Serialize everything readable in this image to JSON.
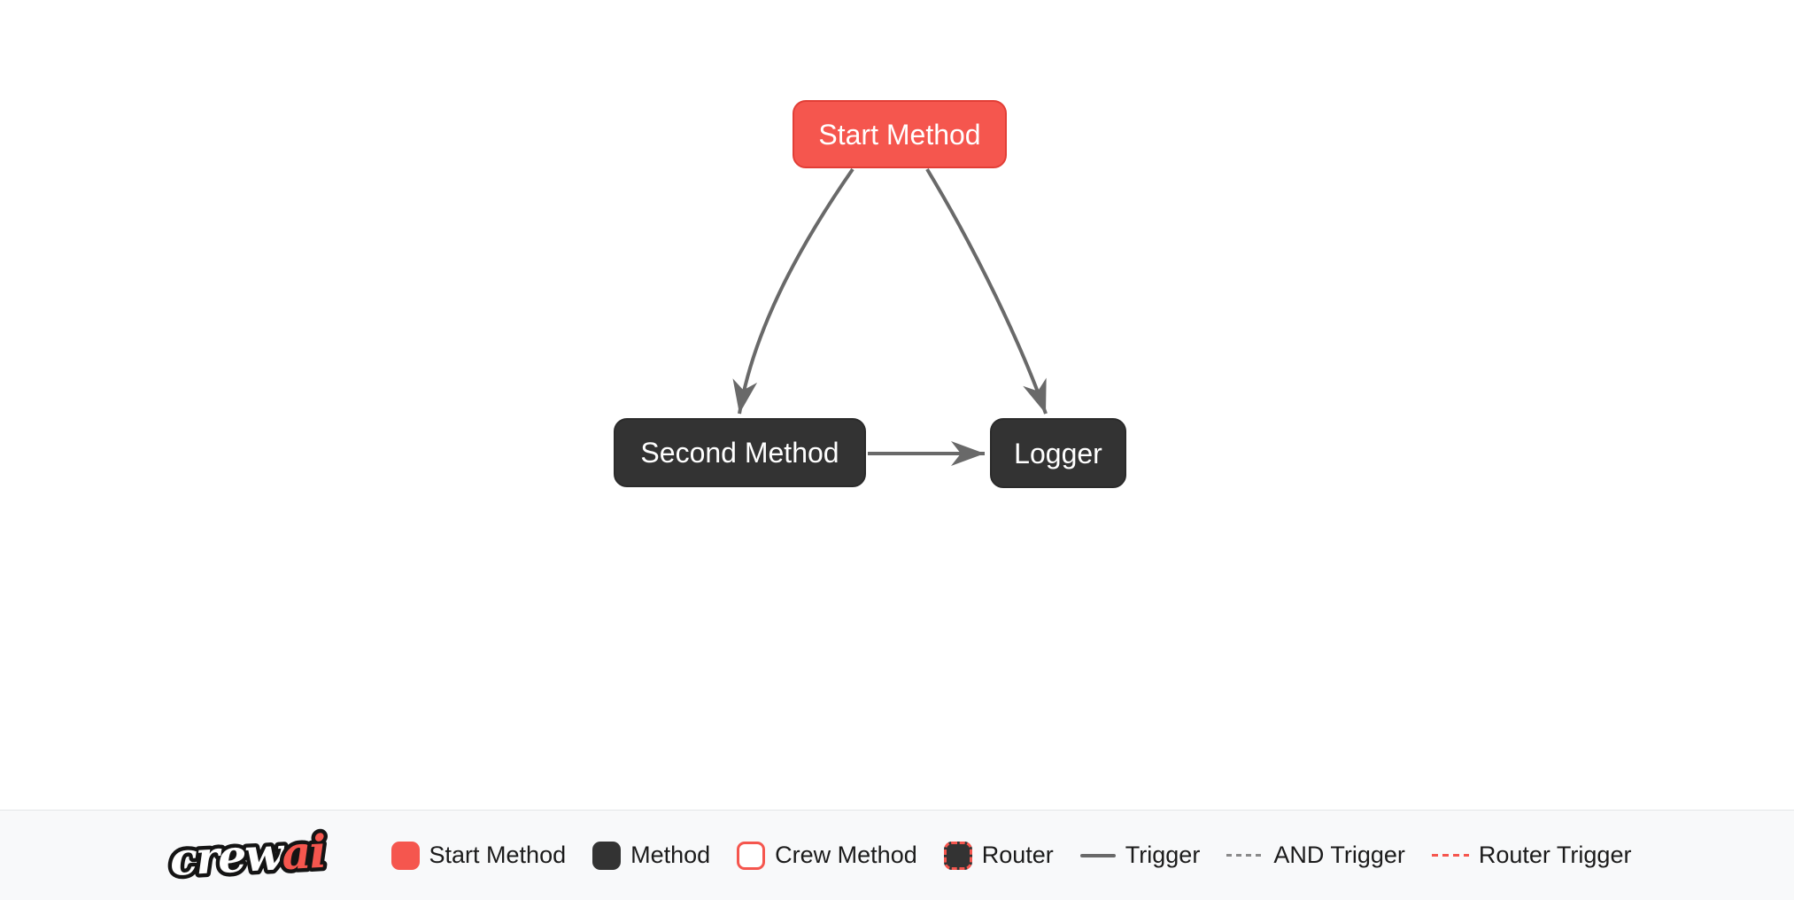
{
  "diagram": {
    "nodes": [
      {
        "label": "Start Method",
        "type": "start-method"
      },
      {
        "label": "Second Method",
        "type": "method"
      },
      {
        "label": "Logger",
        "type": "method"
      }
    ],
    "edges": [
      {
        "from": "Start Method",
        "to": "Second Method",
        "type": "trigger"
      },
      {
        "from": "Start Method",
        "to": "Logger",
        "type": "trigger"
      },
      {
        "from": "Second Method",
        "to": "Logger",
        "type": "trigger"
      }
    ]
  },
  "legend": {
    "logo": {
      "crew": "crew",
      "ai": "ai"
    },
    "items": [
      {
        "label": "Start Method",
        "swatch": "start-method-swatch"
      },
      {
        "label": "Method",
        "swatch": "method-swatch"
      },
      {
        "label": "Crew Method",
        "swatch": "crew-method-swatch"
      },
      {
        "label": "Router",
        "swatch": "router-swatch"
      },
      {
        "label": "Trigger",
        "swatch": "trigger-line-swatch"
      },
      {
        "label": "AND Trigger",
        "swatch": "and-trigger-line-swatch"
      },
      {
        "label": "Router Trigger",
        "swatch": "router-trigger-line-swatch"
      }
    ]
  },
  "colors": {
    "start_method_fill": "#f5564e",
    "start_method_border": "#e23e36",
    "method_fill": "#333333",
    "edge": "#696969",
    "and_trigger_dash": "#8a8a8a",
    "router_trigger_dash": "#f5564e",
    "legend_background": "#f8f9fa",
    "canvas_background": "#ffffff"
  }
}
